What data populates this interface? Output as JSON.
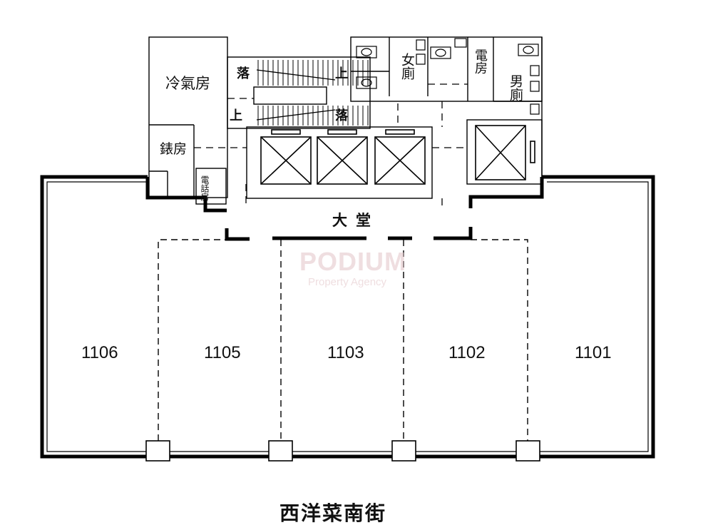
{
  "rooms": {
    "ac_room": "冷氣房",
    "meter_room": "錶房",
    "phone_room": "電話房",
    "ladies_toilet": "女廁",
    "electric_room": "電房",
    "gents_toilet": "男廁",
    "lobby": "大堂"
  },
  "stair_labels": {
    "down_top": "落",
    "up_top": "上",
    "up_bottom": "上",
    "down_bottom": "落"
  },
  "units": [
    "1106",
    "1105",
    "1103",
    "1102",
    "1101"
  ],
  "street": "西洋菜南街",
  "watermark": {
    "brand": "PODIUM",
    "tagline": "Property Agency",
    "color": "#e2c4c8"
  }
}
